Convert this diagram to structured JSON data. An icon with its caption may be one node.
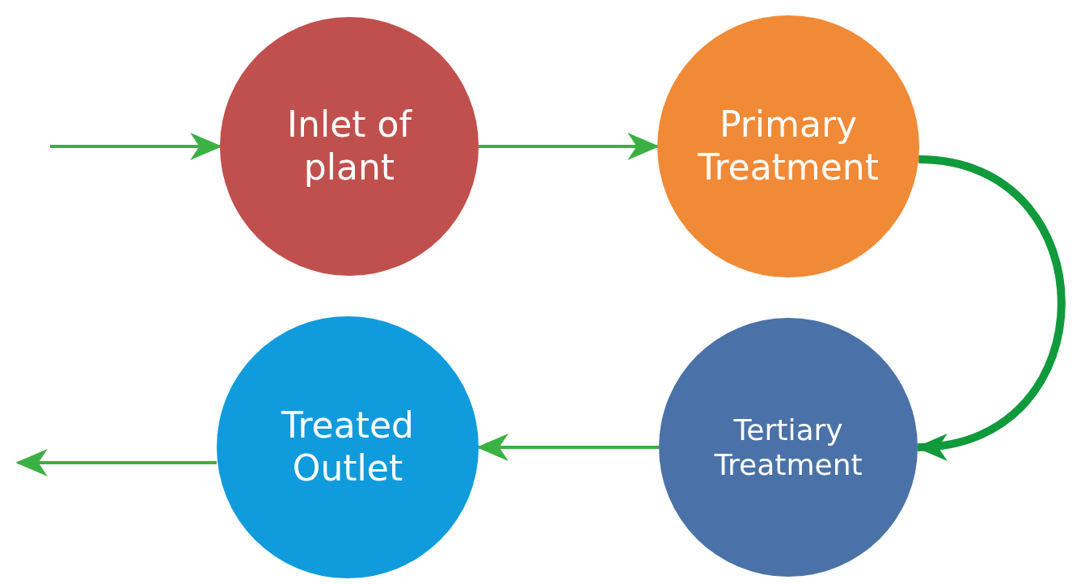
{
  "diagram": {
    "nodes": [
      {
        "text": [
          "Inlet of plant"
        ]
      },
      {
        "text": [
          "Primary Treatment"
        ]
      },
      {
        "text": [
          "Tertiary Treatment"
        ]
      },
      {
        "text": [
          "Treated Outlet"
        ]
      }
    ],
    "edges": [
      {
        "from": null,
        "to": 0,
        "arrow": "to"
      },
      {
        "from": 0,
        "to": 1,
        "arrow": "to"
      },
      {
        "from": 1,
        "to": 2,
        "arrow": "to",
        "style": "thick",
        "color": "#109a3c"
      },
      {
        "from": 2,
        "to": 3,
        "arrow": "to"
      },
      {
        "from": 3,
        "to": null,
        "arrow": "to"
      }
    ]
  }
}
